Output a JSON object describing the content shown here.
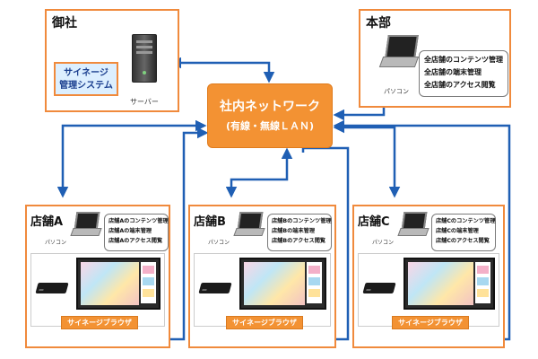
{
  "onsha": {
    "title": "御社",
    "system_label_1": "サイネージ",
    "system_label_2": "管理システム",
    "server_label": "サーバー"
  },
  "honbu": {
    "title": "本部",
    "pc_label": "パソコン",
    "notes": [
      "全店舗のコンテンツ管理",
      "全店舗の端末管理",
      "全店舗のアクセス閲覧"
    ]
  },
  "network": {
    "line1": "社内ネットワーク",
    "line2": "(有線・無線ＬＡＮ)"
  },
  "stores": [
    {
      "title": "店舗A",
      "pc_label": "パソコン",
      "notes": [
        "店舗Aのコンテンツ管理",
        "店舗Aの端末管理",
        "店舗Aのアクセス閲覧"
      ],
      "browser": "サイネージブラウザ"
    },
    {
      "title": "店舗B",
      "pc_label": "パソコン",
      "notes": [
        "店舗Bのコンテンツ管理",
        "店舗Bの端末管理",
        "店舗Bのアクセス閲覧"
      ],
      "browser": "サイネージブラウザ"
    },
    {
      "title": "店舗C",
      "pc_label": "パソコン",
      "notes": [
        "店舗Cのコンテンツ管理",
        "店舗Cの端末管理",
        "店舗Cのアクセス閲覧"
      ],
      "browser": "サイネージブラウザ"
    }
  ],
  "colors": {
    "accent": "#f39233",
    "border": "#f08a3c",
    "arrow": "#1f5fb4",
    "system_fill": "#dcefff"
  }
}
